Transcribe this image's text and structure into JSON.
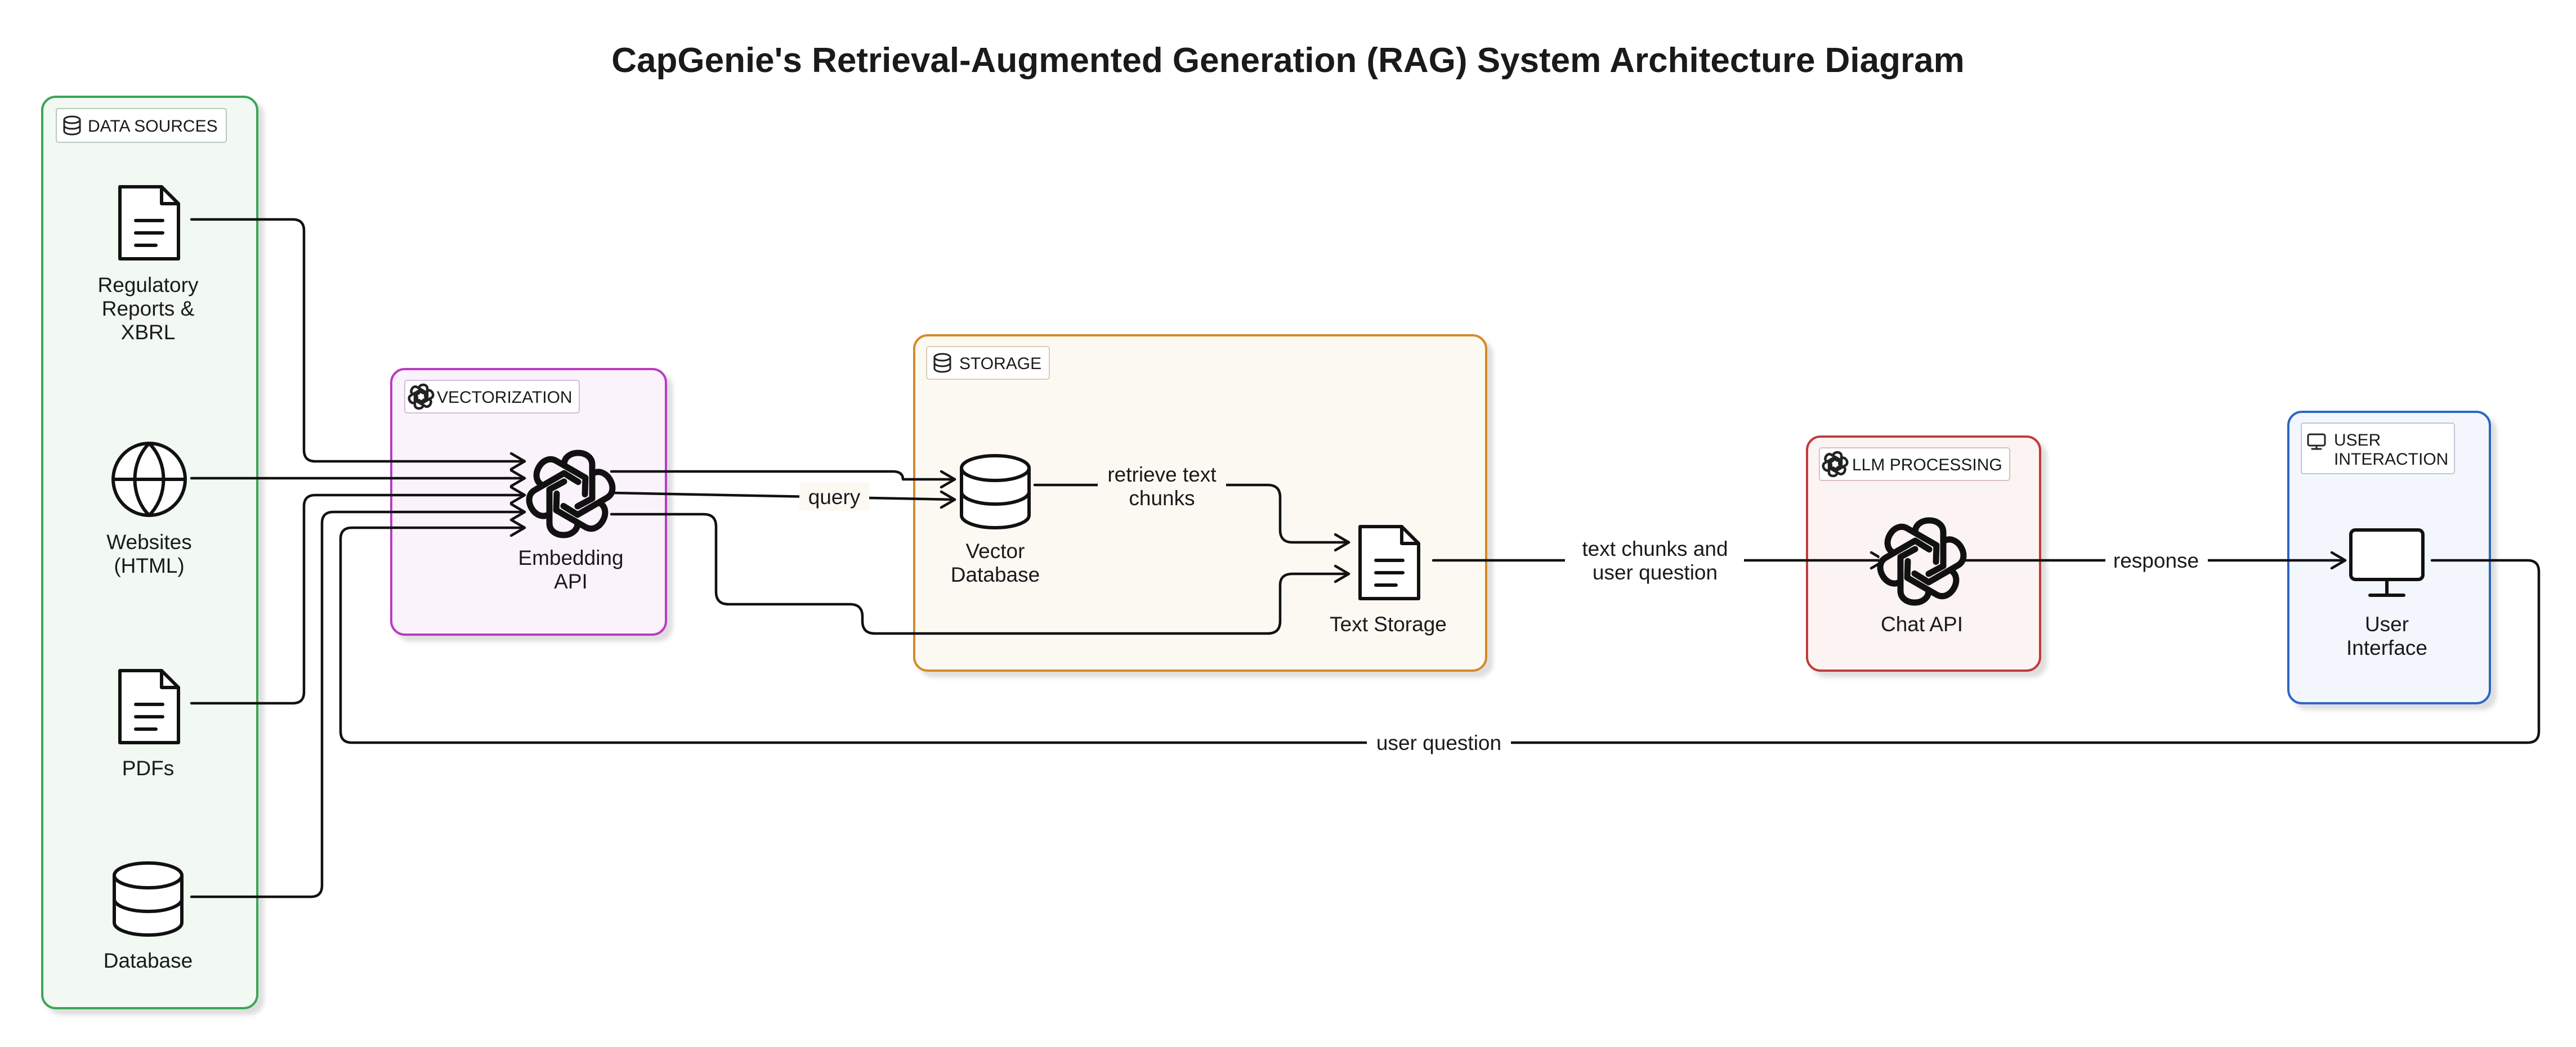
{
  "title": "CapGenie's Retrieval-Augmented Generation (RAG) System Architecture Diagram",
  "colors": {
    "data_sources": "#3aa655",
    "vectorization": "#b93ac4",
    "storage": "#d48a2a",
    "llm_processing": "#c03b3b",
    "user_interaction": "#2f66c4",
    "line": "#111111"
  },
  "groups": {
    "data_sources": {
      "label": "DATA SOURCES",
      "icon": "database-icon"
    },
    "vectorization": {
      "label": "VECTORIZATION",
      "icon": "openai-icon"
    },
    "storage": {
      "label": "STORAGE",
      "icon": "database-icon"
    },
    "llm_processing": {
      "label": "LLM PROCESSING",
      "icon": "openai-icon"
    },
    "user_interaction": {
      "label_line1": "USER",
      "label_line2": "INTERACTION",
      "icon": "monitor-icon"
    }
  },
  "nodes": {
    "regulatory": {
      "lines": [
        "Regulatory",
        "Reports &",
        "XBRL"
      ],
      "icon": "document-icon"
    },
    "websites": {
      "lines": [
        "Websites",
        "(HTML)"
      ],
      "icon": "globe-icon"
    },
    "pdfs": {
      "lines": [
        "PDFs"
      ],
      "icon": "document-icon"
    },
    "database": {
      "lines": [
        "Database"
      ],
      "icon": "database-icon"
    },
    "embedding": {
      "lines": [
        "Embedding",
        "API"
      ],
      "icon": "openai-icon"
    },
    "vector_db": {
      "lines": [
        "Vector",
        "Database"
      ],
      "icon": "database-icon"
    },
    "text_storage": {
      "lines": [
        "Text Storage"
      ],
      "icon": "document-icon"
    },
    "chat_api": {
      "lines": [
        "Chat API"
      ],
      "icon": "openai-icon"
    },
    "user_interface": {
      "lines": [
        "User",
        "Interface"
      ],
      "icon": "monitor-icon"
    }
  },
  "edges": {
    "query": "query",
    "retrieve_line1": "retrieve text",
    "retrieve_line2": "chunks",
    "chunks_line1": "text chunks and",
    "chunks_line2": "user question",
    "response": "response",
    "user_question": "user question"
  }
}
